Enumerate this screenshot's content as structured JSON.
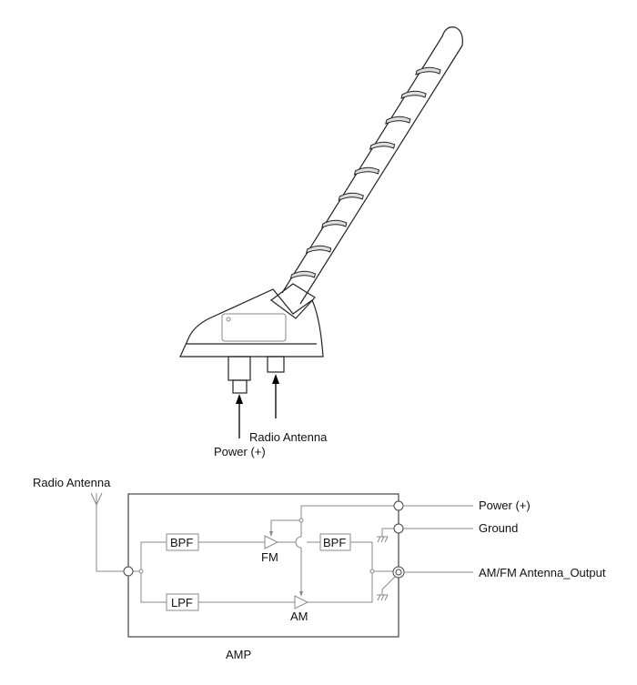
{
  "illustration": {
    "callouts": {
      "power": "Power (+)",
      "radio_antenna": "Radio Antenna"
    }
  },
  "schematic": {
    "antenna_label": "Radio Antenna",
    "block_label": "AMP",
    "filters": {
      "fm_bpf": "BPF",
      "lpf": "LPF",
      "out_bpf": "BPF"
    },
    "amplifiers": {
      "fm": "FM",
      "am": "AM"
    },
    "terminals": {
      "power": "Power (+)",
      "ground": "Ground",
      "output": "AM/FM Antenna_Output"
    }
  }
}
